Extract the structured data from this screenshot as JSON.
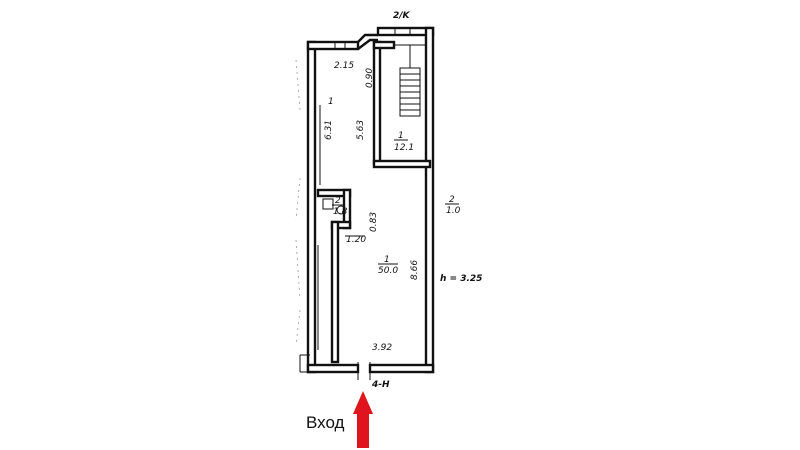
{
  "plan": {
    "top_label": "2/K",
    "bottom_label": "4-H",
    "ceiling_height": "h = 3.25",
    "dimensions": {
      "d_215": "2.15",
      "d_090": "0.90",
      "d_631": "6.31",
      "d_563": "5.63",
      "d_083": "0.83",
      "d_120": "1.20",
      "d_866": "8.66",
      "d_392": "3.92",
      "d_1": "1"
    },
    "rooms": {
      "stair_room": {
        "number": "1",
        "area": "12.1"
      },
      "main_room": {
        "number": "1",
        "area": "50.0"
      },
      "wc": {
        "number": "2",
        "area": "1.8"
      },
      "outside_ref": {
        "number": "2",
        "area": "1.0"
      }
    },
    "entrance": {
      "label": "Вход",
      "arrow_color": "#e0141e"
    }
  }
}
